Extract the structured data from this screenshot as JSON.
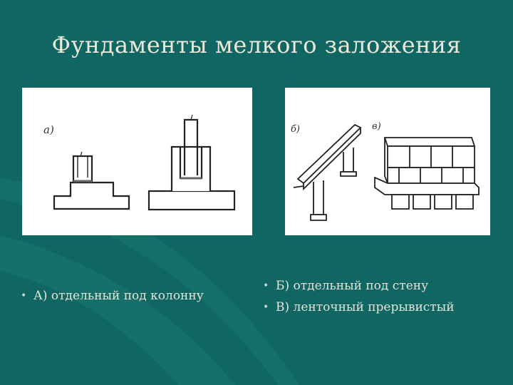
{
  "slide": {
    "title": "Фундаменты мелкого заложения",
    "colors": {
      "background": "#0f6662",
      "title": "#ece9da",
      "text": "#e3e6d8"
    }
  },
  "figures": {
    "left": {
      "label_a": "а)"
    },
    "right": {
      "label_b": "б)",
      "label_v": "в)"
    }
  },
  "bullets": {
    "left": [
      {
        "text": "А) отдельный под колонну"
      }
    ],
    "right": [
      {
        "text": "Б) отдельный под стену"
      },
      {
        "text": "В) ленточный прерывистый"
      }
    ]
  }
}
